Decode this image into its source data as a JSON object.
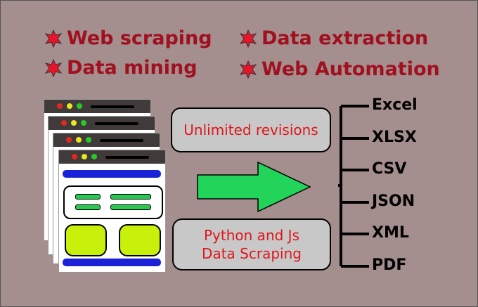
{
  "features": [
    {
      "label": "Web scraping",
      "icon": "star-icon"
    },
    {
      "label": "Data extraction",
      "icon": "star-icon"
    },
    {
      "label": "Data mining",
      "icon": "star-icon"
    },
    {
      "label": "Web Automation",
      "icon": "star-icon"
    }
  ],
  "boxes": {
    "top": "Unlimited revisions",
    "bottom_line1": "Python and Js",
    "bottom_line2": "Data Scraping"
  },
  "formats": [
    "Excel",
    "XLSX",
    "CSV",
    "JSON",
    "XML",
    "PDF"
  ],
  "colors": {
    "background": "#a58e8e",
    "feature_text": "#a0101f",
    "star": "#e8142a",
    "arrow": "#22d45a",
    "box_text": "#e0161b",
    "page_bar": "#1a22d8",
    "block": "#c7f00a"
  }
}
